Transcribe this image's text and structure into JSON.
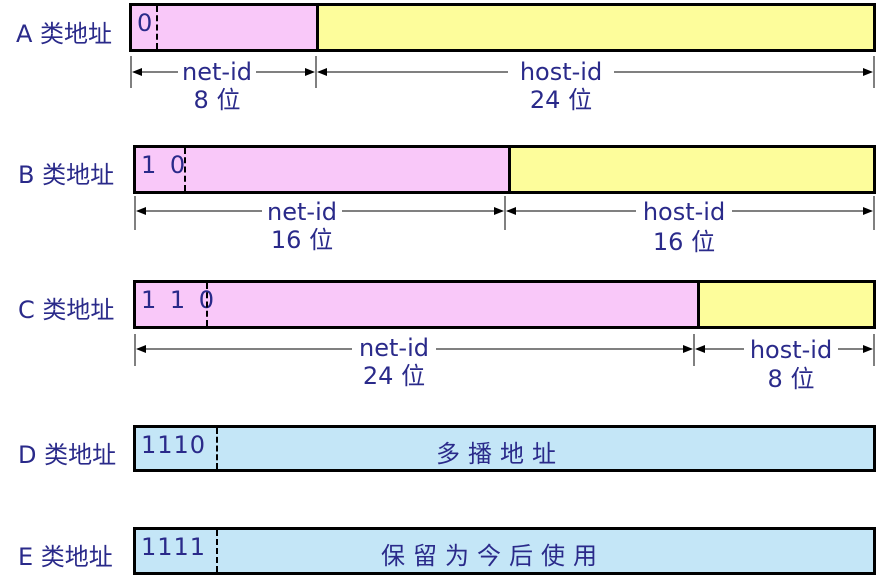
{
  "classes": {
    "a": {
      "label": "A 类地址",
      "bits": "0",
      "net": "net-id",
      "net_bits": "8 位",
      "host": "host-id",
      "host_bits": "24 位"
    },
    "b": {
      "label": "B 类地址",
      "bits": "1 0",
      "net": "net-id",
      "net_bits": "16 位",
      "host": "host-id",
      "host_bits": "16 位"
    },
    "c": {
      "label": "C 类地址",
      "bits": "1 1 0",
      "net": "net-id",
      "net_bits": "24 位",
      "host": "host-id",
      "host_bits": "8 位"
    },
    "d": {
      "label": "D 类地址",
      "bits": "1110",
      "text": "多播地址"
    },
    "e": {
      "label": "E 类地址",
      "bits": "1111",
      "text": "保留为今后使用"
    }
  },
  "colors": {
    "net": "#f9c8f9",
    "host": "#fdfd9b",
    "special": "#c4e6f7",
    "text": "#2a2a8a"
  }
}
